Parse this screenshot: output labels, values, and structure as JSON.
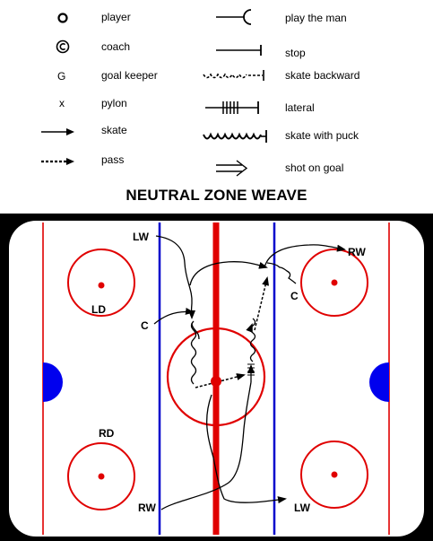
{
  "legend": {
    "left": [
      {
        "symbol": "player-symbol",
        "label": "player"
      },
      {
        "symbol": "coach-symbol",
        "label": "coach"
      },
      {
        "symbol": "goal-keeper-symbol",
        "glyph": "G",
        "label": "goal keeper"
      },
      {
        "symbol": "pylon-symbol",
        "glyph": "x",
        "label": "pylon"
      },
      {
        "symbol": "skate-arrow-icon",
        "label": "skate"
      },
      {
        "symbol": "pass-arrow-icon",
        "label": "pass"
      }
    ],
    "right": [
      {
        "symbol": "play-the-man-icon",
        "label": "play the man"
      },
      {
        "symbol": "stop-icon",
        "label": "stop"
      },
      {
        "symbol": "skate-backward-icon",
        "label": "skate backward"
      },
      {
        "symbol": "lateral-icon",
        "label": "lateral"
      },
      {
        "symbol": "skate-with-puck-icon",
        "label": "skate with puck"
      },
      {
        "symbol": "shot-on-goal-icon",
        "label": "shot on goal"
      }
    ]
  },
  "title": "NEUTRAL ZONE WEAVE",
  "rink": {
    "colors": {
      "board": "#000000",
      "ice": "#ffffff",
      "red": "#e00000",
      "blue": "#0000cc",
      "puck": "#e00000"
    },
    "labels": {
      "lw_top": "LW",
      "rw_top": "RW",
      "ld": "LD",
      "c_left": "C",
      "c_right": "C",
      "rd": "RD",
      "rw_bottom": "RW",
      "lw_bottom": "LW"
    }
  }
}
